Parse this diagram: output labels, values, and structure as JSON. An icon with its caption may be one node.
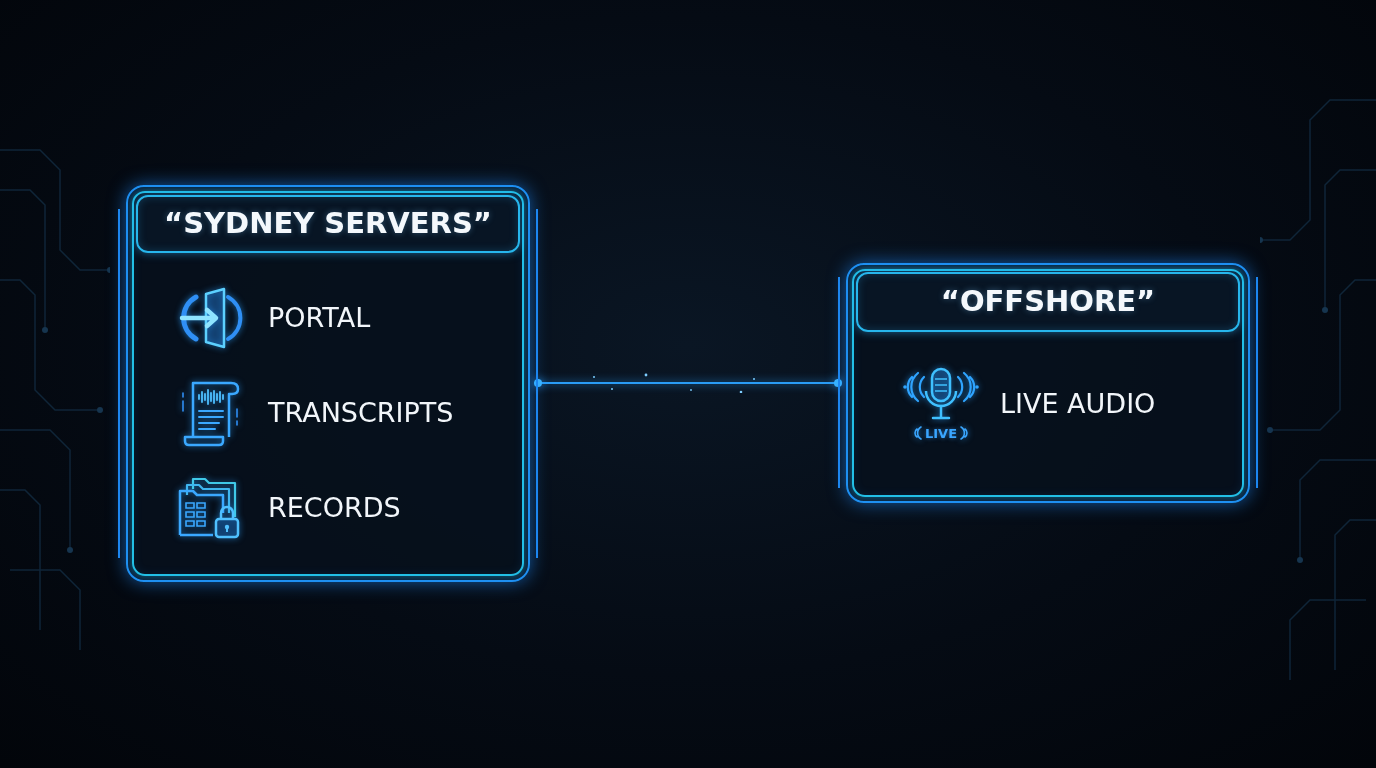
{
  "diagram": {
    "nodes": [
      {
        "text": [
          "“SYDNEY SERVERS”",
          "PORTAL",
          "TRANSCRIPTS",
          "RECORDS"
        ]
      },
      {
        "text": [
          "“OFFSHORE”",
          "LIVE AUDIO",
          "LIVE"
        ]
      }
    ],
    "edges": [
      {
        "from": 0,
        "to": 1,
        "arrow": "other"
      }
    ]
  }
}
